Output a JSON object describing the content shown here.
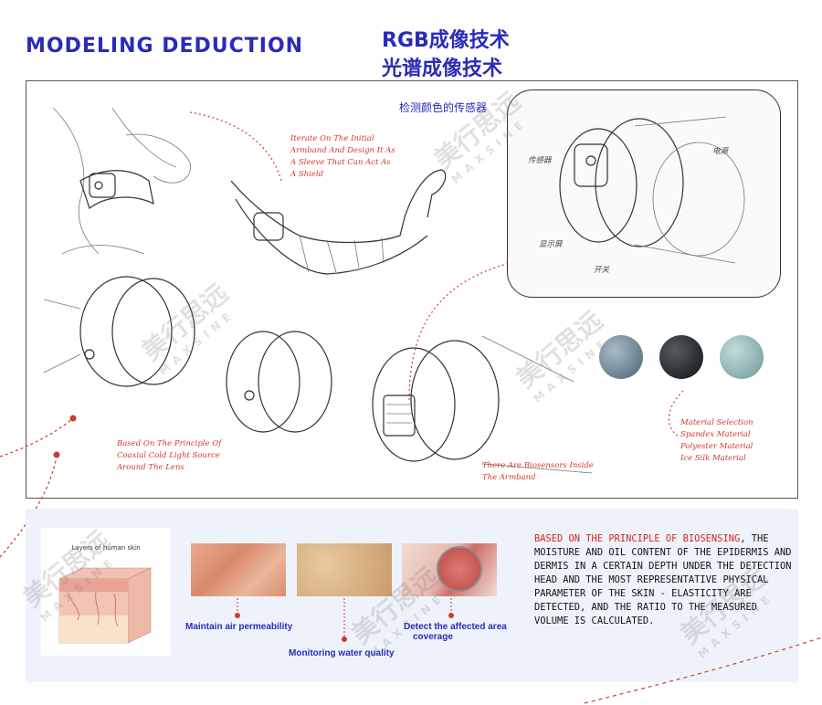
{
  "header": {
    "title": "MODELING DEDUCTION",
    "cn_line1": "RGB成像技术",
    "cn_line2": "光谱成像技术"
  },
  "sketch": {
    "sensor_label": "检测颜色的传感器",
    "note_sleeve": [
      "Iterate On The Initial",
      "Armband And Design It As",
      "A Sleeve That Can Act As",
      "A Shield"
    ],
    "note_light": [
      "Based On The Principle Of",
      "Coaxial Cold Light Source",
      "Around The Lens"
    ],
    "note_biosensors": [
      "There Are Biosensors Inside",
      "The Armband"
    ],
    "note_materials": [
      "Material Selection",
      "Spandex Material",
      "Polyester Material",
      "Ice Silk Material"
    ],
    "inset_notes": [
      "传感器",
      "显示屏",
      "电源",
      "开关"
    ]
  },
  "swatches": [
    "#6f8796",
    "#2a2f33",
    "#8fb3b3"
  ],
  "bottom": {
    "skin_title": "Layers of human skin",
    "caption_air": "Maintain air permeability",
    "caption_water": "Monitoring water quality",
    "caption_detect": [
      "Detect the affected area",
      "coverage"
    ],
    "bio_highlight": "Based on the principle of biosensing",
    "bio_rest": ", the moisture and oil content of the epidermis and dermis in a certain depth under the detection head and the most representative physical parameter of the skin - elasticity are detected, and the ratio to the measured volume is calculated."
  },
  "watermark": {
    "cn": "美行思远",
    "en": "MAXSINE"
  },
  "colors": {
    "brand_blue": "#2a2bb8",
    "annotation_red": "#d23a2a"
  }
}
